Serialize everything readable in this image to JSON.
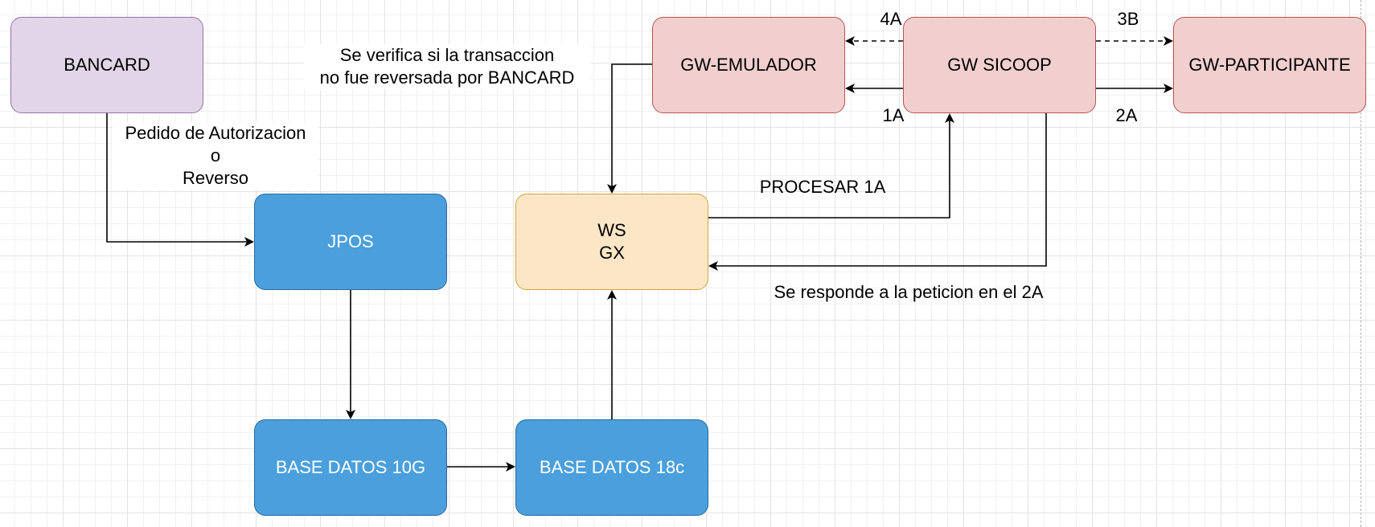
{
  "nodes": {
    "bancard": "BANCARD",
    "jpos": "JPOS",
    "base10g": "BASE DATOS 10G",
    "base18c": "BASE DATOS 18c",
    "wsgx": "WS\nGX",
    "gw_emulador": "GW-EMULADOR",
    "gw_sicoop": "GW SICOOP",
    "gw_participante": "GW-PARTICIPANTE"
  },
  "labels": {
    "pedido": "Pedido de Autorizacion\no\nReverso",
    "verifica": "Se verifica si la transaccion\nno fue reversada por BANCARD",
    "procesar": "PROCESAR 1A",
    "responde": "Se responde a la peticion en el 2A",
    "l4a": "4A",
    "l1a": "1A",
    "l3b": "3B",
    "l2a": "2A"
  },
  "colors": {
    "purple_fill": "#e1d5e7",
    "red_fill": "#f2cfcf",
    "blue_fill": "#4a9fdc",
    "orange_fill": "#fde6c6"
  }
}
